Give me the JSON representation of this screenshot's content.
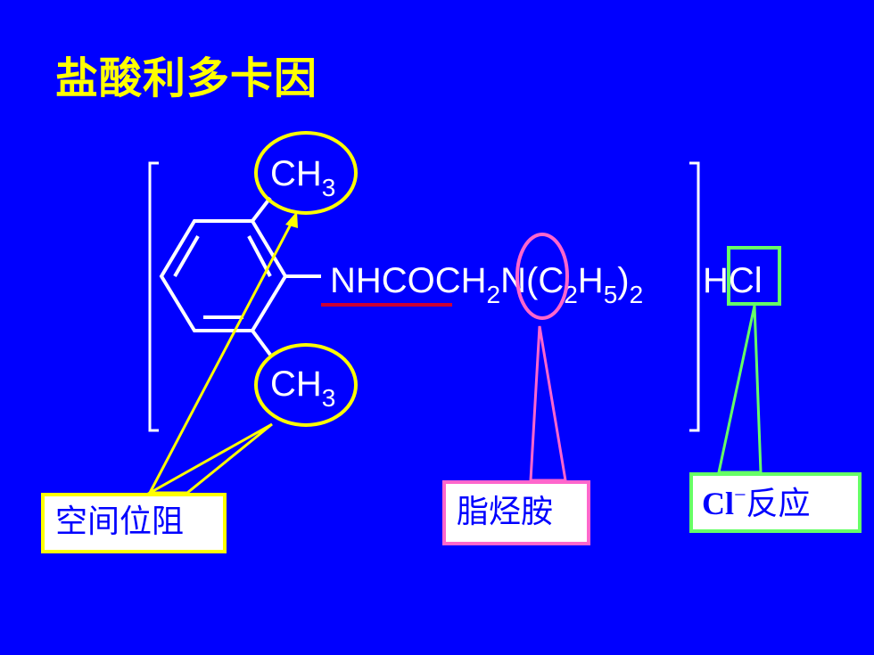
{
  "title": "盐酸利多卡因",
  "structure": {
    "methyl_top": {
      "main": "CH",
      "sub": "3"
    },
    "methyl_bottom": {
      "main": "CH",
      "sub": "3"
    },
    "chain": [
      {
        "t": "NHCOCH",
        "s": false
      },
      {
        "t": "2",
        "s": true
      },
      {
        "t": "N(C",
        "s": false
      },
      {
        "t": "2",
        "s": true
      },
      {
        "t": "H",
        "s": false
      },
      {
        "t": "5",
        "s": true
      },
      {
        "t": ")",
        "s": false
      },
      {
        "t": "2",
        "s": true
      }
    ],
    "salt": "HCl"
  },
  "annotations": {
    "steric": {
      "label": "空间位阻",
      "color": "#ffff00"
    },
    "amine": {
      "label": "脂烃胺",
      "color": "#ff66cc"
    },
    "chloride": {
      "ion": "Cl",
      "charge": "−",
      "label": "反应",
      "color": "#66ff66"
    }
  },
  "colors": {
    "background": "#0000ff",
    "title": "#ffff00",
    "underline": "#cc0033",
    "structure": "#ffffff"
  }
}
